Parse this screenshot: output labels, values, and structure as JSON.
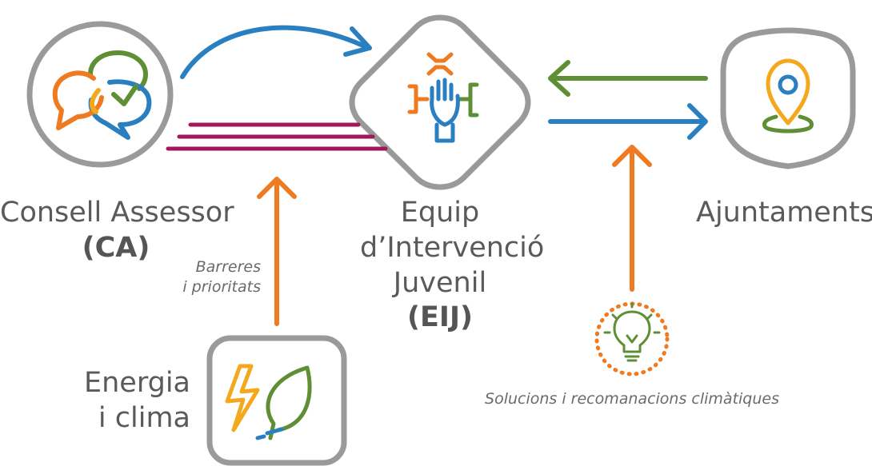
{
  "nodes": {
    "ca": {
      "name": "Consell Assessor",
      "abbr": "(CA)"
    },
    "eij": {
      "line1": "Equip",
      "line2": "d’Intervenció",
      "line3": "Juvenil",
      "abbr": "(EIJ)"
    },
    "ajuntaments": {
      "name": "Ajuntaments"
    },
    "energia": {
      "line1": "Energia",
      "line2": "i clima"
    }
  },
  "annotations": {
    "barreres_line1": "Barreres",
    "barreres_line2": "i prioritats",
    "solucions": "Solucions i recomanacions climàtiques"
  },
  "colors": {
    "gray_stroke": "#9a9a9a",
    "text": "#5a5a5a",
    "blue": "#2a7fc1",
    "orange": "#ee7b22",
    "green": "#5f8f35",
    "yellow": "#f4a81d",
    "magenta": "#a2195b"
  },
  "icons": {
    "ca": "chat-bubbles-icon",
    "eij": "teamwork-hands-icon",
    "ajuntaments": "location-pin-icon",
    "energia": "lightning-leaf-icon",
    "solucions": "lightbulb-icon"
  }
}
